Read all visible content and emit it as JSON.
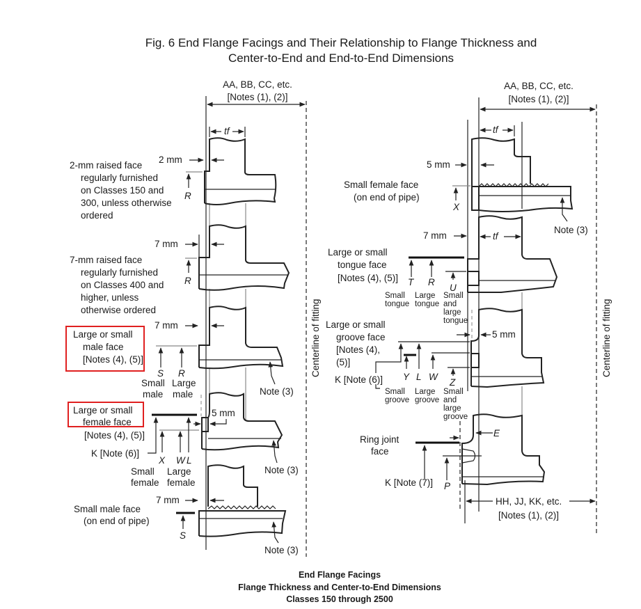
{
  "title": {
    "line1": "Fig. 6   End Flange Facings and Their Relationship to Flange Thickness and",
    "line2": "Center-to-End and End-to-End Dimensions"
  },
  "left": {
    "dim_header": {
      "line1": "AA, BB, CC, etc.",
      "line2": "[Notes (1), (2)]"
    },
    "tf": "tf",
    "centerline": "Centerline of fitting",
    "raised2": {
      "dim": "2 mm",
      "letter": "R",
      "desc": [
        "2-mm raised face",
        "regularly furnished",
        "on Classes 150 and",
        "300, unless otherwise",
        "ordered"
      ]
    },
    "raised7": {
      "dim": "7 mm",
      "letter": "R",
      "desc": [
        "7-mm raised face",
        "regularly furnished",
        "on Classes 400 and",
        "higher,  unless",
        "otherwise ordered"
      ]
    },
    "male": {
      "dim": "7 mm",
      "desc": [
        "Large or small",
        "male face",
        "[Notes (4), (5)]"
      ],
      "S": "S",
      "R": "R",
      "small": [
        "Small",
        "male"
      ],
      "large": [
        "Large",
        "male"
      ],
      "note": "Note (3)"
    },
    "female": {
      "dim": "5 mm",
      "desc": [
        "Large or small",
        "female face",
        "[Notes (4), (5)]"
      ],
      "K": "K [Note (6)]",
      "X": "X",
      "W": "W",
      "L": "L",
      "small": [
        "Small",
        "female"
      ],
      "large": [
        "Large",
        "female"
      ],
      "note": "Note (3)"
    },
    "male_pipe": {
      "dim": "7 mm",
      "desc": [
        "Small male face",
        "(on end of pipe)"
      ],
      "S": "S",
      "note": "Note (3)"
    }
  },
  "right": {
    "dim_header": {
      "line1": "AA, BB, CC, etc.",
      "line2": "[Notes (1), (2)]"
    },
    "tf": "tf",
    "centerline": "Centerline of fitting",
    "female_pipe": {
      "dim": "5 mm",
      "desc": [
        "Small female face",
        "(on end of pipe)"
      ],
      "X": "X",
      "note": "Note (3)"
    },
    "tongue": {
      "dim": "7 mm",
      "tf": "tf",
      "desc": [
        "Large or small",
        "tongue face",
        "[Notes (4), (5)]"
      ],
      "T": "T",
      "R": "R",
      "U": "U",
      "small": [
        "Small",
        "tongue"
      ],
      "large": [
        "Large",
        "tongue"
      ],
      "both": [
        "Small",
        "and",
        "large",
        "tongue"
      ]
    },
    "groove": {
      "dim": "5 mm",
      "desc": [
        "Large or small",
        "groove face",
        "[Notes (4),",
        "(5)]"
      ],
      "K": "K [Note (6)]",
      "Y": "Y",
      "L": "L",
      "W": "W",
      "Z": "Z",
      "small": [
        "Small",
        "groove"
      ],
      "large": [
        "Large",
        "groove"
      ],
      "both": [
        "Small",
        "and",
        "large",
        "groove"
      ]
    },
    "ring": {
      "desc": [
        "Ring joint",
        "face"
      ],
      "E": "E",
      "K": "K [Note (7)]",
      "P": "P"
    },
    "end_dim": {
      "line1": "HH, JJ, KK, etc.",
      "line2": "[Notes (1), (2)]"
    }
  },
  "footer": {
    "line1": "End Flange Facings",
    "line2": "Flange Thickness and Center-to-End Dimensions",
    "line3": "Classes 150 through 2500"
  },
  "colors": {
    "highlight": "#e02020",
    "ink": "#1a1a1a"
  }
}
